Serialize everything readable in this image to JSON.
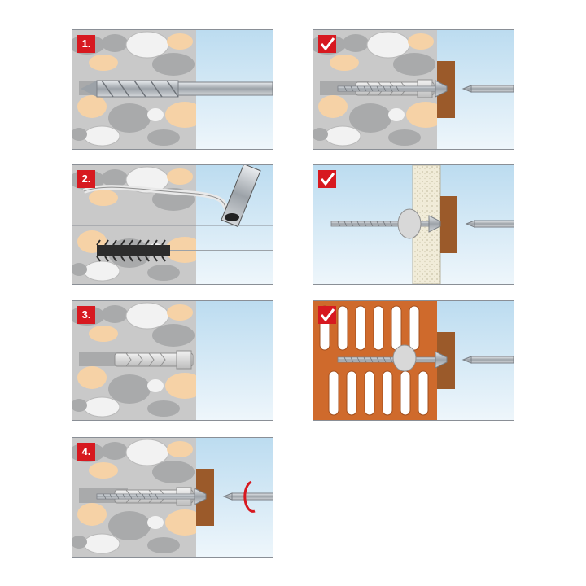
{
  "steps": [
    {
      "label": "1."
    },
    {
      "label": "2."
    },
    {
      "label": "3."
    },
    {
      "label": "4."
    }
  ],
  "checks": [
    {
      "icon": "checkmark-icon"
    },
    {
      "icon": "checkmark-icon"
    },
    {
      "icon": "checkmark-icon"
    }
  ],
  "colors": {
    "badge": "#d71920",
    "stone_gray": "#c9c9c9",
    "pebble_peach": "#f6d2a6",
    "pebble_gray": "#a9aaab",
    "sky_blue": "#cfe6f5",
    "brick": "#cf6a2c",
    "wood": "#9b5a2a",
    "foam": "#f1ecd9"
  }
}
